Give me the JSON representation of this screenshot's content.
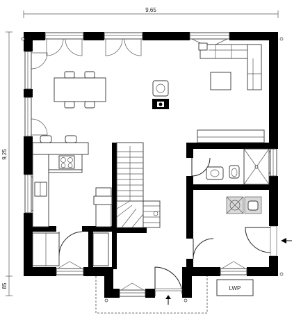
{
  "dimensions": {
    "width_label": "9,65",
    "height_label": "9,25",
    "offset_label": "85"
  },
  "labels": {
    "heat_pump": "LWP"
  }
}
